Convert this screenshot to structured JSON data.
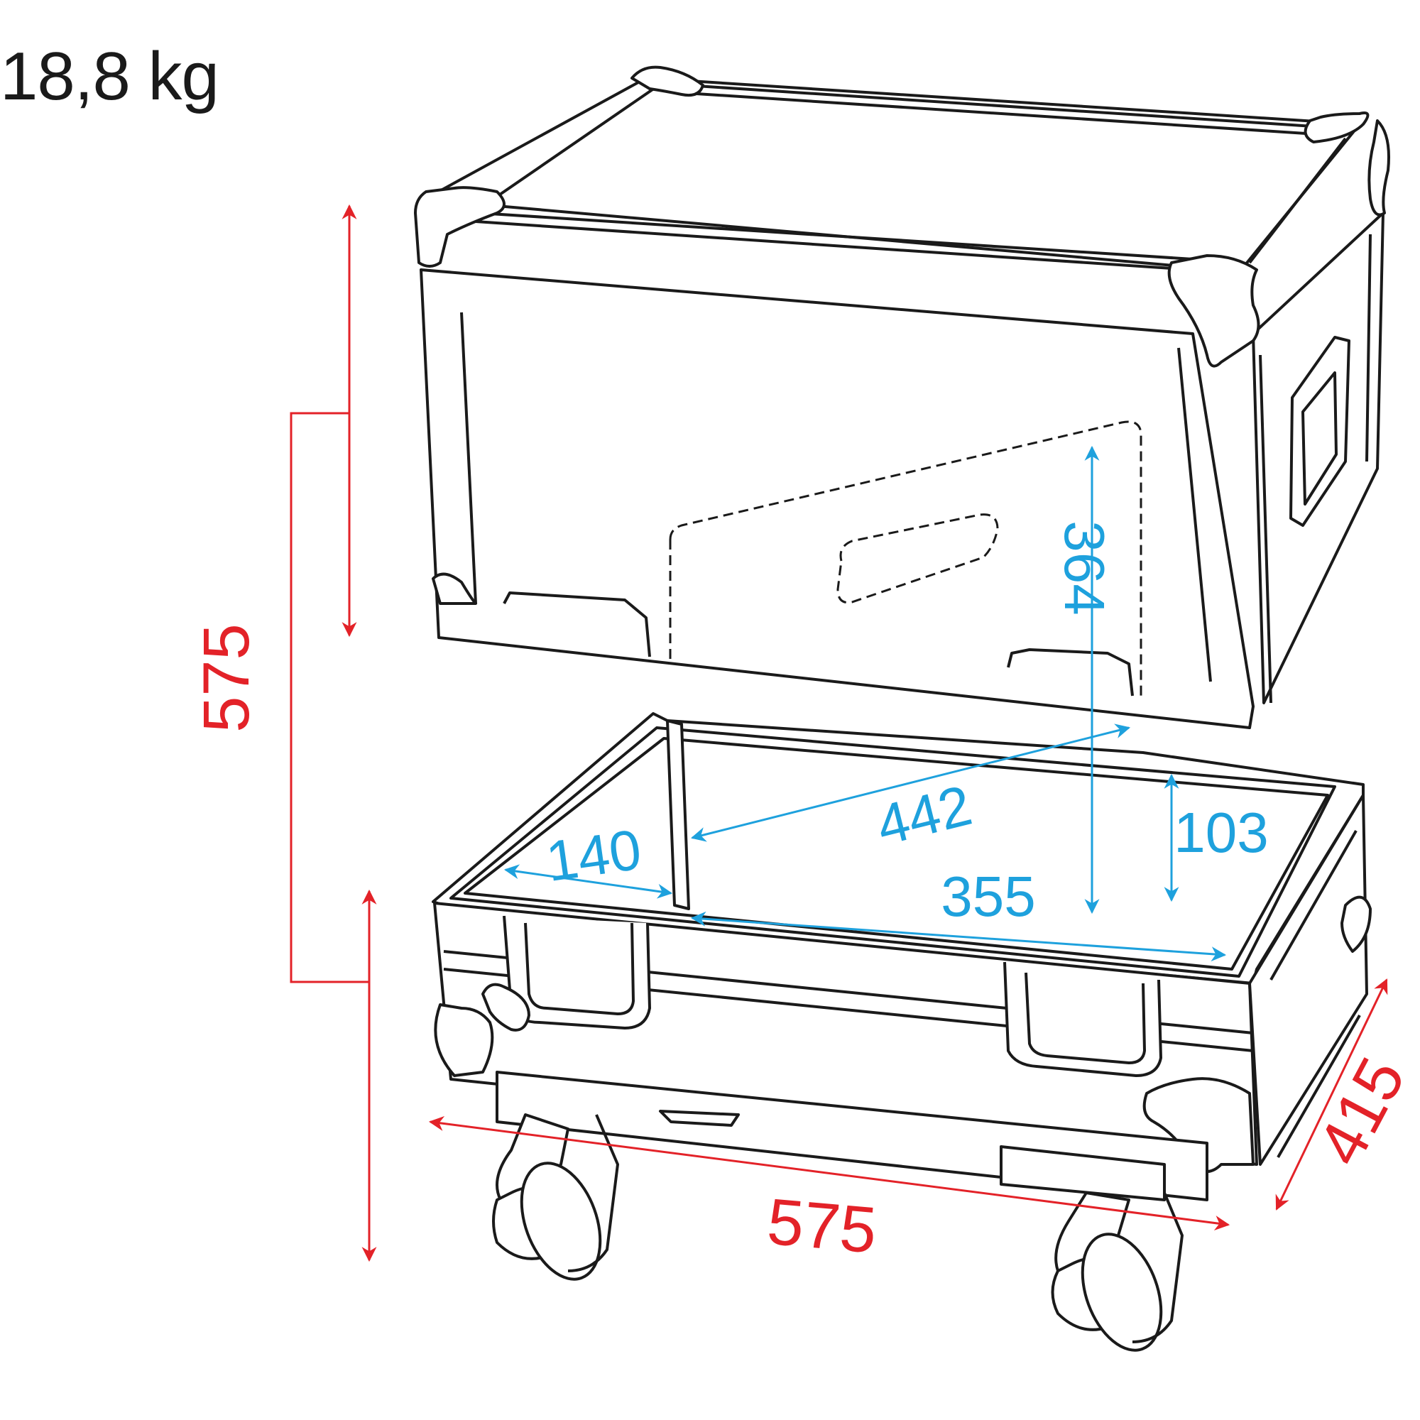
{
  "weight": "18,8 kg",
  "colors": {
    "outline": "#1a1a1a",
    "outer_dimension": "#e32228",
    "inner_dimension": "#1ea1dd"
  },
  "outer_dimensions": {
    "height": "575",
    "width": "575",
    "depth": "415"
  },
  "inner_dimensions": {
    "height": "364",
    "diagonal": "442",
    "divider_offset": "140",
    "bottom_width": "355",
    "bottom_height": "103"
  },
  "icons": [
    "flight-case-drawing",
    "caster-wheel-icon"
  ]
}
